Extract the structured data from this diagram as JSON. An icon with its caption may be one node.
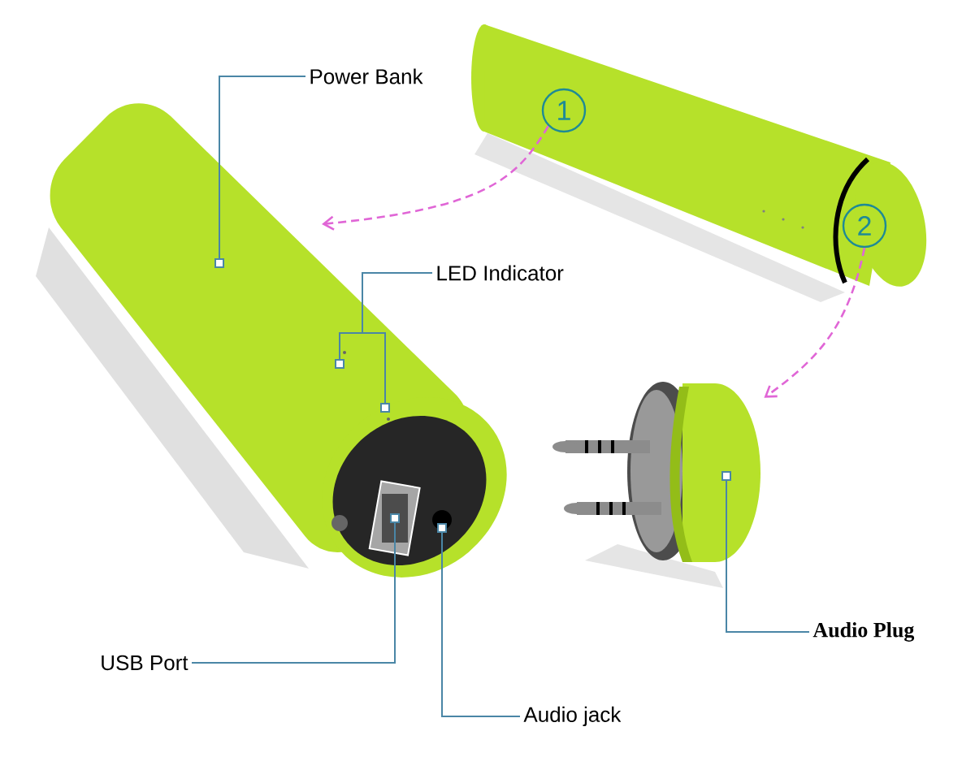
{
  "diagram": {
    "nodes": [
      {
        "text": [
          "Power Bank"
        ]
      },
      {
        "text": [
          "LED Indicator"
        ]
      },
      {
        "text": [
          "USB Port"
        ]
      },
      {
        "text": [
          "Audio jack"
        ]
      },
      {
        "text": [
          "Audio Plug"
        ]
      },
      {
        "text": [
          "1"
        ]
      },
      {
        "text": [
          "2"
        ]
      },
      {
        "text": [],
        "shape": "picture"
      }
    ],
    "edges": [
      {
        "from": 0,
        "to": null,
        "arrow": "other"
      },
      {
        "from": 1,
        "to": null,
        "arrow": "other"
      },
      {
        "from": 1,
        "to": null,
        "arrow": "other"
      },
      {
        "from": 2,
        "to": null,
        "arrow": "other"
      },
      {
        "from": 3,
        "to": null,
        "arrow": "other"
      },
      {
        "from": 4,
        "to": 7,
        "arrow": "other"
      },
      {
        "from": 5,
        "to": null,
        "arrow": "to",
        "style": "dashed",
        "color": "#e066d6"
      },
      {
        "from": 6,
        "to": 7,
        "arrow": "to",
        "style": "dashed",
        "color": "#e066d6"
      }
    ]
  }
}
